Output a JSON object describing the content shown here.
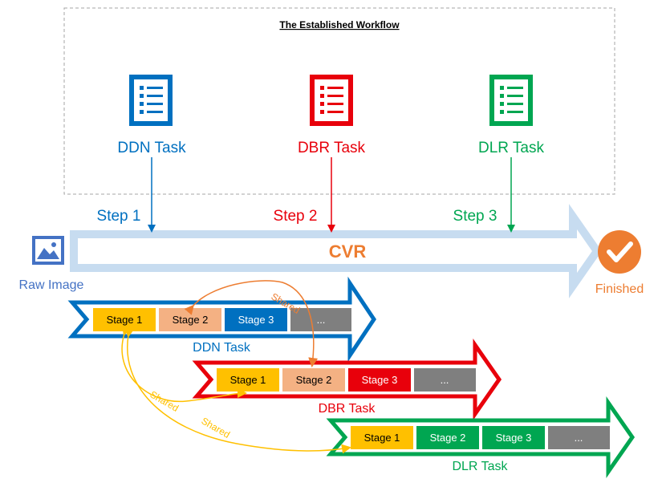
{
  "title": "The Established Workflow",
  "colors": {
    "ddn": "#0070C0",
    "dbr": "#E8000B",
    "dlr": "#00A651",
    "cvr_fill": "#C7DCF0",
    "cvr_text": "#ED7D31",
    "finished": "#ED7D31",
    "stage_yellow": "#FFC000",
    "stage_peach": "#F4B183",
    "stage_gray": "#7F7F7F",
    "shared_orange": "#ED7D31",
    "shared_yellow": "#FFC000"
  },
  "tasks": [
    {
      "key": "ddn",
      "label": "DDN Task",
      "icon": "document-list-icon"
    },
    {
      "key": "dbr",
      "label": "DBR Task",
      "icon": "document-list-icon"
    },
    {
      "key": "dlr",
      "label": "DLR Task",
      "icon": "document-list-icon"
    }
  ],
  "steps": [
    "Step 1",
    "Step 2",
    "Step 3"
  ],
  "cvr_label": "CVR",
  "raw_image_label": "Raw Image",
  "raw_image_icon": "image-icon",
  "finished_label": "Finished",
  "finished_icon": "checkmark-icon",
  "pipelines": [
    {
      "task": "DDN Task",
      "stages": [
        "Stage 1",
        "Stage 2",
        "Stage 3",
        "..."
      ]
    },
    {
      "task": "DBR Task",
      "stages": [
        "Stage 1",
        "Stage 2",
        "Stage 3",
        "..."
      ]
    },
    {
      "task": "DLR Task",
      "stages": [
        "Stage 1",
        "Stage 2",
        "Stage 3",
        "..."
      ]
    }
  ],
  "shared_label": "Shared"
}
